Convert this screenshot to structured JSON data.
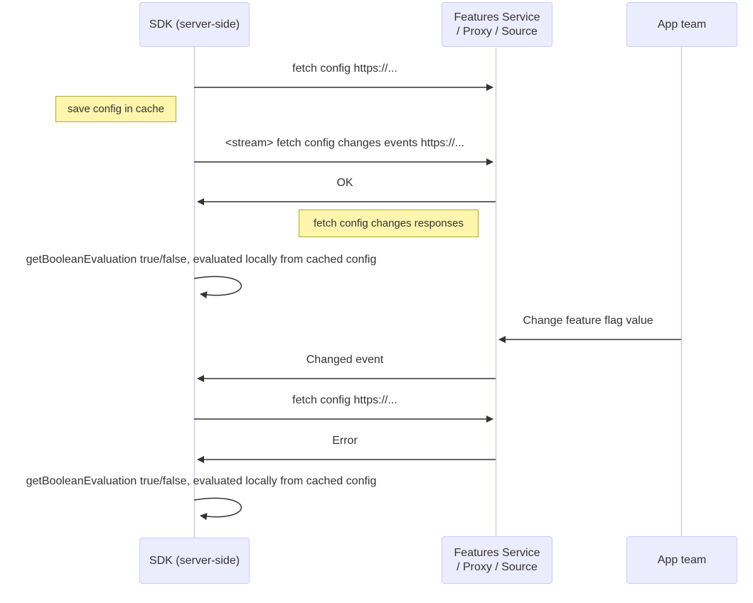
{
  "diagram": {
    "type": "sequence-diagram",
    "participants": [
      {
        "id": "sdk",
        "label": "SDK (server-side)"
      },
      {
        "id": "features",
        "label": "Features Service\n/ Proxy / Source"
      },
      {
        "id": "app",
        "label": "App team"
      }
    ],
    "messages": [
      {
        "from": "sdk",
        "to": "features",
        "label": "fetch config https://...",
        "arrow": "solid-filled"
      },
      {
        "from": "sdk",
        "to": "features",
        "label": "<stream> fetch config changes events https://...",
        "arrow": "solid-filled"
      },
      {
        "from": "features",
        "to": "sdk",
        "label": "OK",
        "arrow": "solid-filled"
      },
      {
        "from": "app",
        "to": "features",
        "label": "Change feature flag value",
        "arrow": "solid-filled"
      },
      {
        "from": "features",
        "to": "sdk",
        "label": "Changed event",
        "arrow": "solid-filled"
      },
      {
        "from": "sdk",
        "to": "features",
        "label": "fetch config https://...",
        "arrow": "solid-filled"
      },
      {
        "from": "features",
        "to": "sdk",
        "label": "Error",
        "arrow": "solid-filled"
      }
    ],
    "self_loops": [
      {
        "on": "sdk",
        "label": "getBooleanEvaluation true/false, evaluated locally from cached config"
      },
      {
        "on": "sdk",
        "label": "getBooleanEvaluation true/false, evaluated locally from cached config"
      }
    ],
    "notes": [
      {
        "position": "left of sdk",
        "label": "save config in cache"
      },
      {
        "position": "left of features",
        "label": "fetch config changes responses"
      }
    ],
    "colors": {
      "actor_fill": "#ECECFF",
      "actor_border": "#CCCCFF",
      "note_fill": "#FFF5AD",
      "note_border": "#AAAA33",
      "message_line": "#333333",
      "lifeline": "#CFCCEC",
      "text": "#333333",
      "background": "#FFFFFF"
    }
  }
}
